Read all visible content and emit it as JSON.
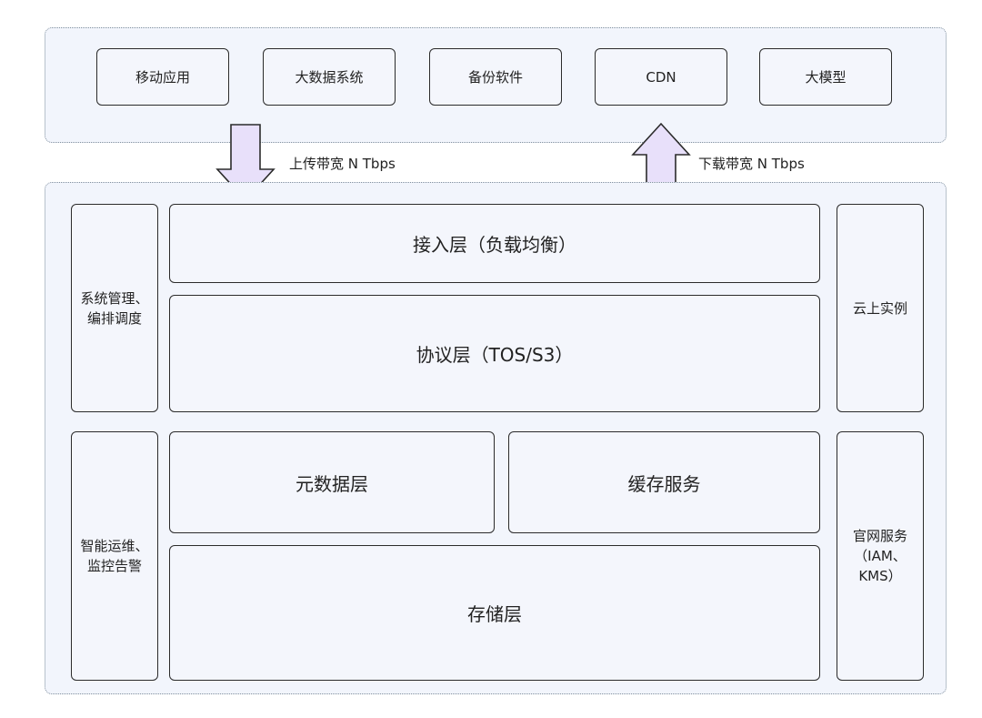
{
  "top_panel": {
    "clients": [
      "移动应用",
      "大数据系统",
      "备份软件",
      "CDN",
      "大模型"
    ]
  },
  "arrows": {
    "upload_label": "上传带宽 N Tbps",
    "download_label": "下载带宽 N Tbps"
  },
  "main_panel": {
    "left_top": "系统管理、编排调度",
    "left_bottom": "智能运维、监控告警",
    "access_layer": "接入层（负载均衡）",
    "protocol_layer": "协议层（TOS/S3）",
    "metadata_layer": "元数据层",
    "cache_service": "缓存服务",
    "storage_layer": "存储层",
    "right_top": "云上实例",
    "right_bottom": "官网服务（IAM、KMS）"
  },
  "colors": {
    "panel_bg": "#f2f5fc",
    "arrow_fill": "#e8e0fa",
    "border": "#2b2b2b"
  }
}
